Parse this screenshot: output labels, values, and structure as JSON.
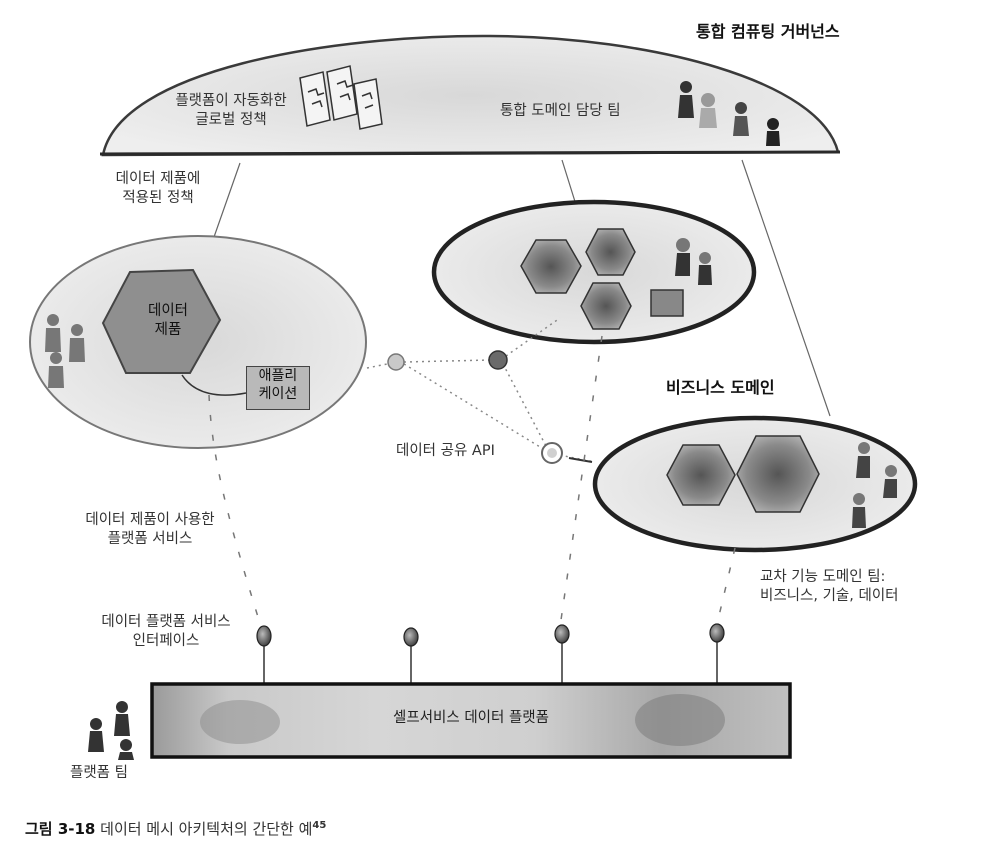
{
  "governance": {
    "title": "통합 컴퓨팅 거버넌스",
    "global_policy_line1": "플랫폼이 자동화한",
    "global_policy_line2": "글로벌 정책",
    "federated_team": "통합 도메인 담당 팀"
  },
  "policy_applied": {
    "line1": "데이터 제품에",
    "line2": "적용된 정책"
  },
  "data_product": {
    "line1": "데이터",
    "line2": "제품",
    "app_line1": "애플리",
    "app_line2": "케이션"
  },
  "business_domain": "비즈니스 도메인",
  "data_sharing_api": "데이터 공유 API",
  "platform_services_used": {
    "line1": "데이터 제품이 사용한",
    "line2": "플랫폼 서비스"
  },
  "platform_interface": {
    "line1": "데이터 플랫폼 서비스",
    "line2": "인터페이스"
  },
  "cross_functional_team": {
    "line1": "교차 기능 도메인 팀:",
    "line2": "비즈니스, 기술, 데이터"
  },
  "self_serve_platform": "셀프서비스 데이터 플랫폼",
  "platform_team": "플랫폼 팀",
  "caption": {
    "figure_number": "그림 3-18",
    "text": "데이터 메시 아키텍처의 간단한 예",
    "footnote": "45"
  }
}
